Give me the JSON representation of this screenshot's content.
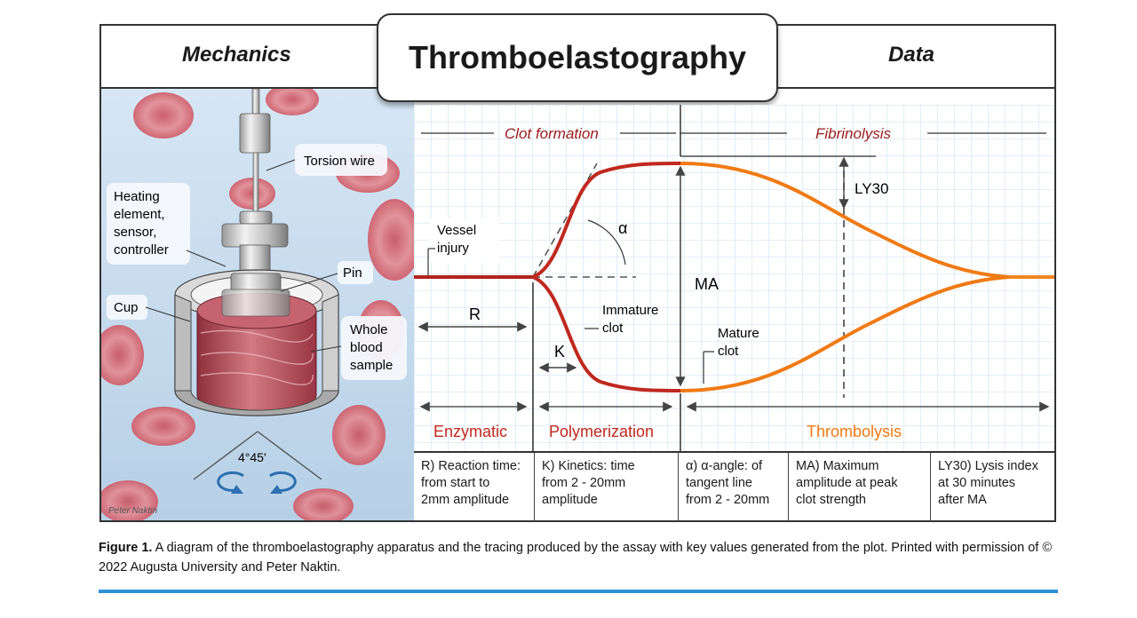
{
  "title": "Thromboelastography",
  "headers": {
    "left": "Mechanics",
    "right": "Data"
  },
  "mechanics": {
    "labels": {
      "torsion_wire": "Torsion wire",
      "heating_line1": "Heating",
      "heating_line2": "element,",
      "heating_line3": "sensor,",
      "heating_line4": "controller",
      "pin": "Pin",
      "cup": "Cup",
      "blood_line1": "Whole",
      "blood_line2": "blood",
      "blood_line3": "sample",
      "angle": "4°45'",
      "signature": "Peter Naktin"
    },
    "colors": {
      "background": "#c8dcee",
      "blood": "#b5495a",
      "rbc": "#d9727c"
    }
  },
  "data": {
    "sections": {
      "clot_formation": "Clot formation",
      "fibrinolysis": "Fibrinolysis"
    },
    "labels": {
      "vessel_line1": "Vessel",
      "vessel_line2": "injury",
      "alpha": "α",
      "ly30": "LY30",
      "ma": "MA",
      "r": "R",
      "k": "K",
      "immature_line1": "Immature",
      "immature_line2": "clot",
      "mature_line1": "Mature",
      "mature_line2": "clot"
    },
    "phases": {
      "enzymatic": "Enzymatic",
      "polymerization": "Polymerization",
      "thrombolysis": "Thrombolysis"
    },
    "colors": {
      "red_phase": "#c0281e",
      "orange_phase": "#f07a14",
      "grid": "#bcd3ea",
      "section_text": "#9a1b1b"
    }
  },
  "definitions": [
    {
      "line1": "R) Reaction time:",
      "line2": "from start to",
      "line3": "2mm amplitude"
    },
    {
      "line1": "K) Kinetics: time",
      "line2": "from 2 - 20mm",
      "line3": "amplitude"
    },
    {
      "line1": "α) α-angle: of",
      "line2": "tangent line",
      "line3": "from 2 - 20mm"
    },
    {
      "line1": "MA) Maximum",
      "line2": "amplitude at peak",
      "line3": "clot strength"
    },
    {
      "line1": "LY30) Lysis index",
      "line2": "at 30 minutes",
      "line3": "after MA"
    }
  ],
  "caption": {
    "label": "Figure 1.",
    "text": " A diagram of the thromboelastography apparatus and the tracing produced by the assay with key values generated from the plot. Printed with permission of © 2022 Augusta University and Peter Naktin."
  }
}
